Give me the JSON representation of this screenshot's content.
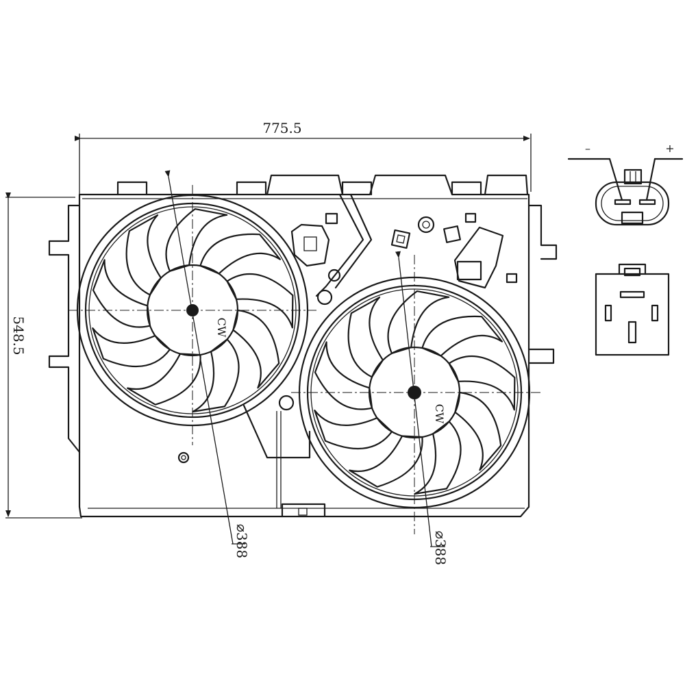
{
  "dimensions": {
    "width_label": "775.5",
    "height_label": "548.5",
    "left_fan_diameter_label": "⌀388",
    "right_fan_diameter_label": "⌀388"
  },
  "rotation": {
    "left_fan_label": "CW",
    "right_fan_label": "CW"
  },
  "connector": {
    "minus_label": "–",
    "plus_label": "+"
  },
  "icons": {
    "fan_left": "fan-icon",
    "fan_right": "fan-icon",
    "connector_front": "connector-icon",
    "connector_side": "connector-icon"
  }
}
